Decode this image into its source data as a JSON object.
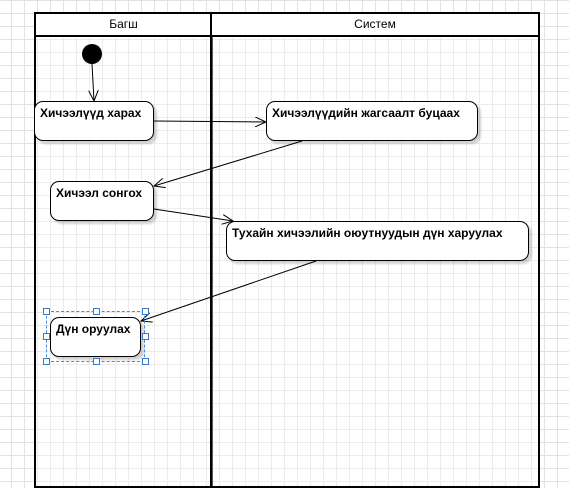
{
  "diagram": {
    "lanes": [
      {
        "label": "Багш"
      },
      {
        "label": "Систем"
      }
    ],
    "nodes": [
      {
        "label": "Хичээлүүд харах"
      },
      {
        "label": "Хичээлүүдийн жагсаалт буцаах"
      },
      {
        "label": "Хичээл сонгох"
      },
      {
        "label": "Тухайн хичээлийн оюутнуудын дүн харуулах"
      },
      {
        "label": "Дүн оруулах"
      }
    ]
  }
}
